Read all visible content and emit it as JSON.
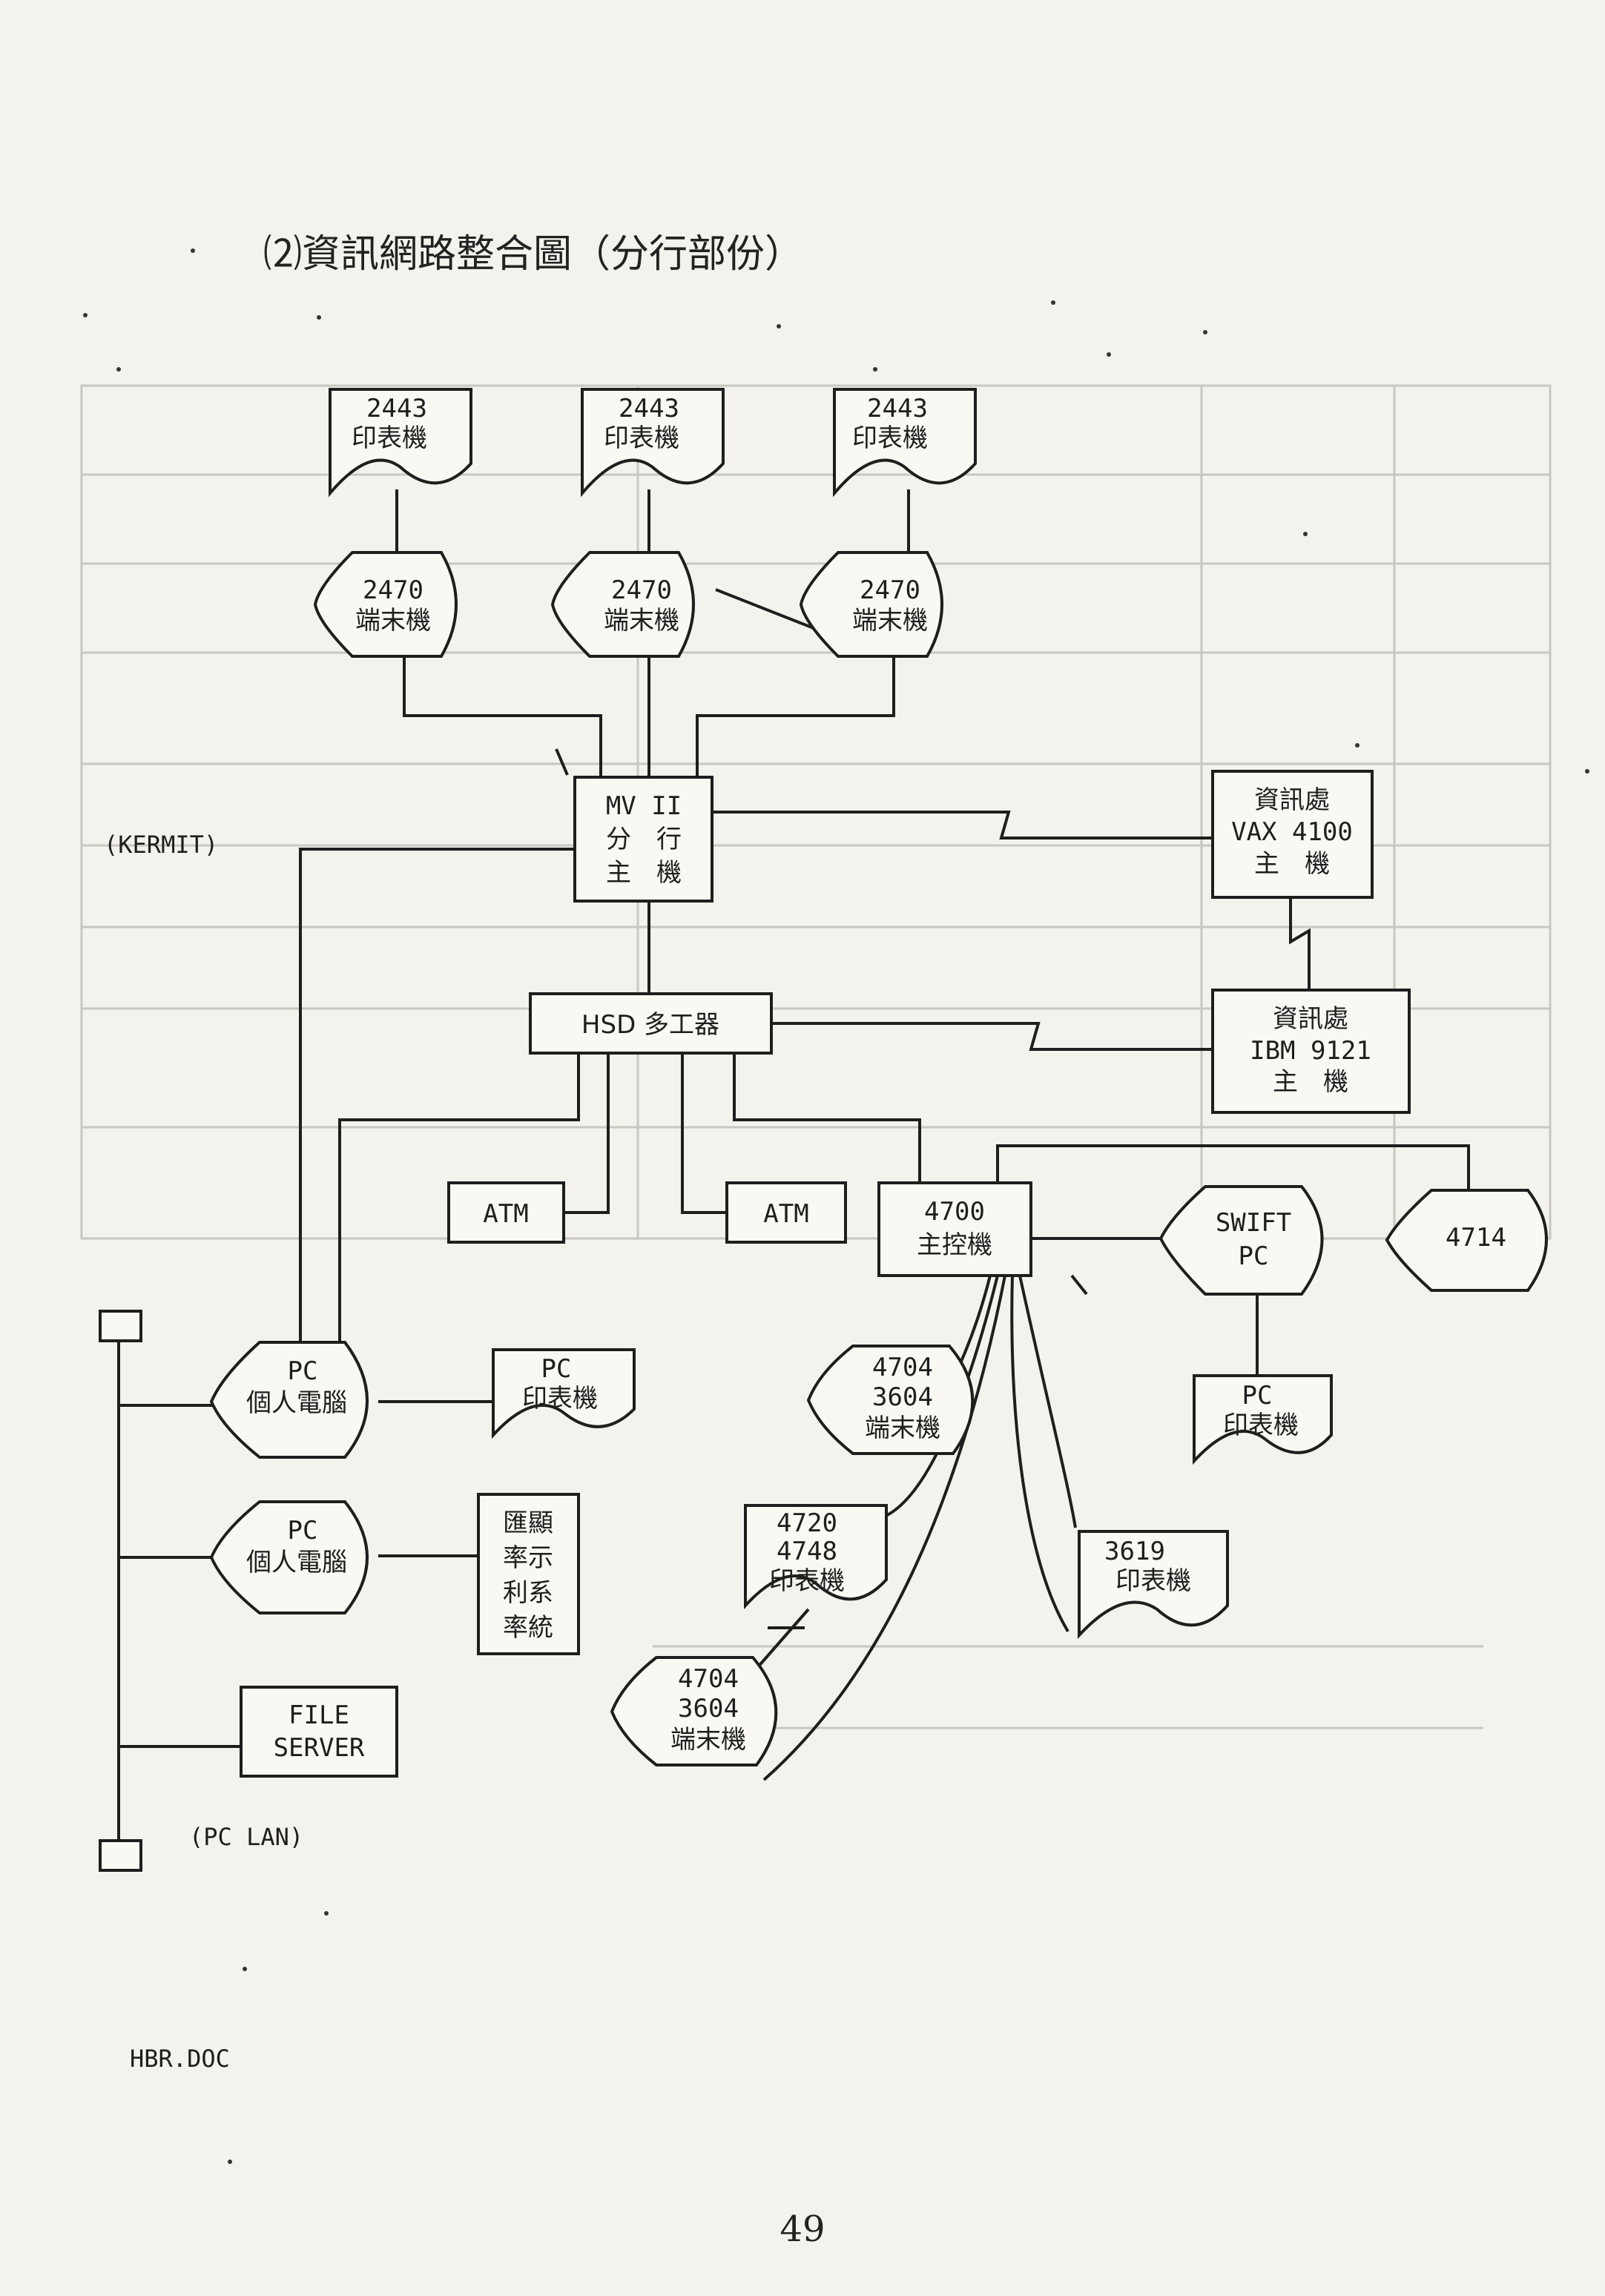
{
  "title": "⑵資訊網路整合圖（分行部份）",
  "page_number": "49",
  "footer_file": "HBR.DOC",
  "labels": {
    "kermit": "(KERMIT)",
    "pc_lan": "(PC LAN)"
  },
  "nodes": {
    "printer_2443_a": [
      "2443",
      "印表機"
    ],
    "printer_2443_b": [
      "2443",
      "印表機"
    ],
    "printer_2443_c": [
      "2443",
      "印表機"
    ],
    "terminal_2470_a": [
      "2470",
      "端末機"
    ],
    "terminal_2470_b": [
      "2470",
      "端末機"
    ],
    "terminal_2470_c": [
      "2470",
      "端末機"
    ],
    "mv_host": [
      "MV II",
      "分　行",
      "主　機"
    ],
    "vax_host": [
      "資訊處",
      "VAX 4100",
      "主　機"
    ],
    "ibm_host": [
      "資訊處",
      "IBM 9121",
      "主　機"
    ],
    "hsd_mux": [
      "HSD 多工器"
    ],
    "atm_1": [
      "ATM"
    ],
    "atm_2": [
      "ATM"
    ],
    "controller_4700": [
      "4700",
      "主控機"
    ],
    "swift_pc": [
      "SWIFT",
      "PC"
    ],
    "node_4714": [
      "4714"
    ],
    "pc_1": [
      "PC",
      "個人電腦"
    ],
    "pc_2": [
      "PC",
      "個人電腦"
    ],
    "pc_printer_1": [
      "PC",
      "印表機"
    ],
    "pc_printer_2": [
      "PC",
      "印表機"
    ],
    "fx_display": [
      "匯顯",
      "率示",
      "利系",
      "率統"
    ],
    "file_server": [
      "FILE",
      "SERVER"
    ],
    "terminal_4704_a": [
      "4704",
      "3604",
      "端末機"
    ],
    "terminal_4704_b": [
      "4704",
      "3604",
      "端末機"
    ],
    "printer_4720": [
      "4720",
      "4748",
      "印表機"
    ],
    "printer_3619": [
      "3619",
      "印表機"
    ]
  },
  "colors": {
    "paper": "#f4f2ec",
    "ink": "#1e1e1e"
  }
}
